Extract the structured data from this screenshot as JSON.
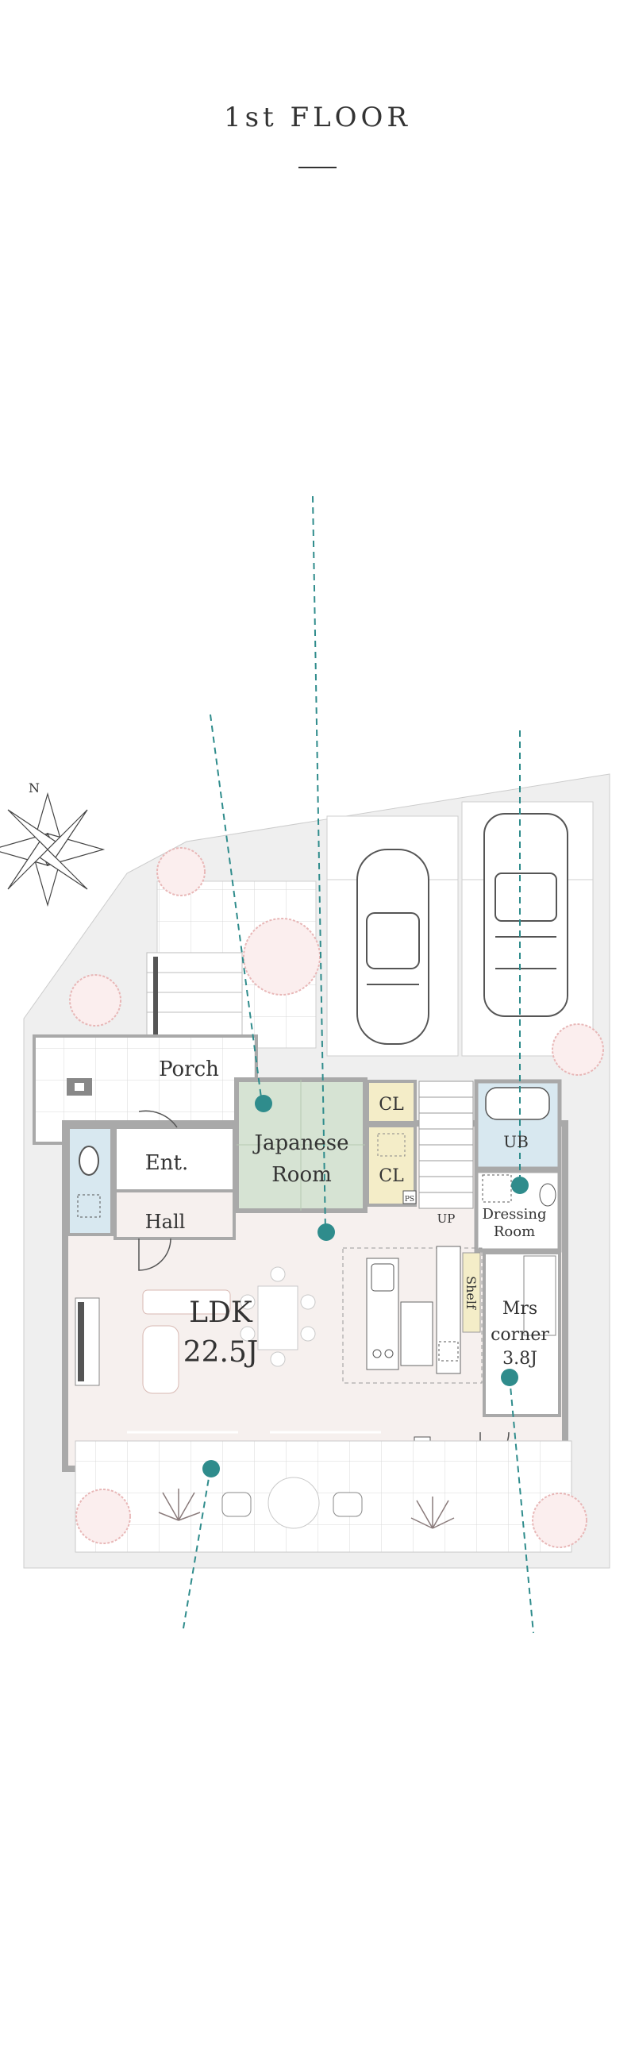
{
  "title": "1st FLOOR",
  "colors": {
    "accent": "#2f8c8c",
    "wall": "#a9a9a9",
    "site": "#efefef",
    "ldk_floor": "#f6f0ee",
    "japanese_room": "#d6e3d3",
    "closet": "#f4edc8",
    "bath": "#d8e8f0",
    "tile_line": "#d8d8d8",
    "shrub": "#e8b7b7"
  },
  "rooms": {
    "porch": "Porch",
    "entrance": "Ent.",
    "hall": "Hall",
    "japanese_room_1": "Japanese",
    "japanese_room_2": "Room",
    "cl_top": "CL",
    "cl_bottom": "CL",
    "ps": "PS",
    "up": "UP",
    "ub": "UB",
    "dressing_1": "Dressing",
    "dressing_2": "Room",
    "ldk_1": "LDK",
    "ldk_2": "22.5J",
    "shelf": "Shelf",
    "mrs_1": "Mrs",
    "mrs_2": "corner",
    "mrs_3": "3.8J"
  },
  "compass": {
    "north": "N"
  }
}
